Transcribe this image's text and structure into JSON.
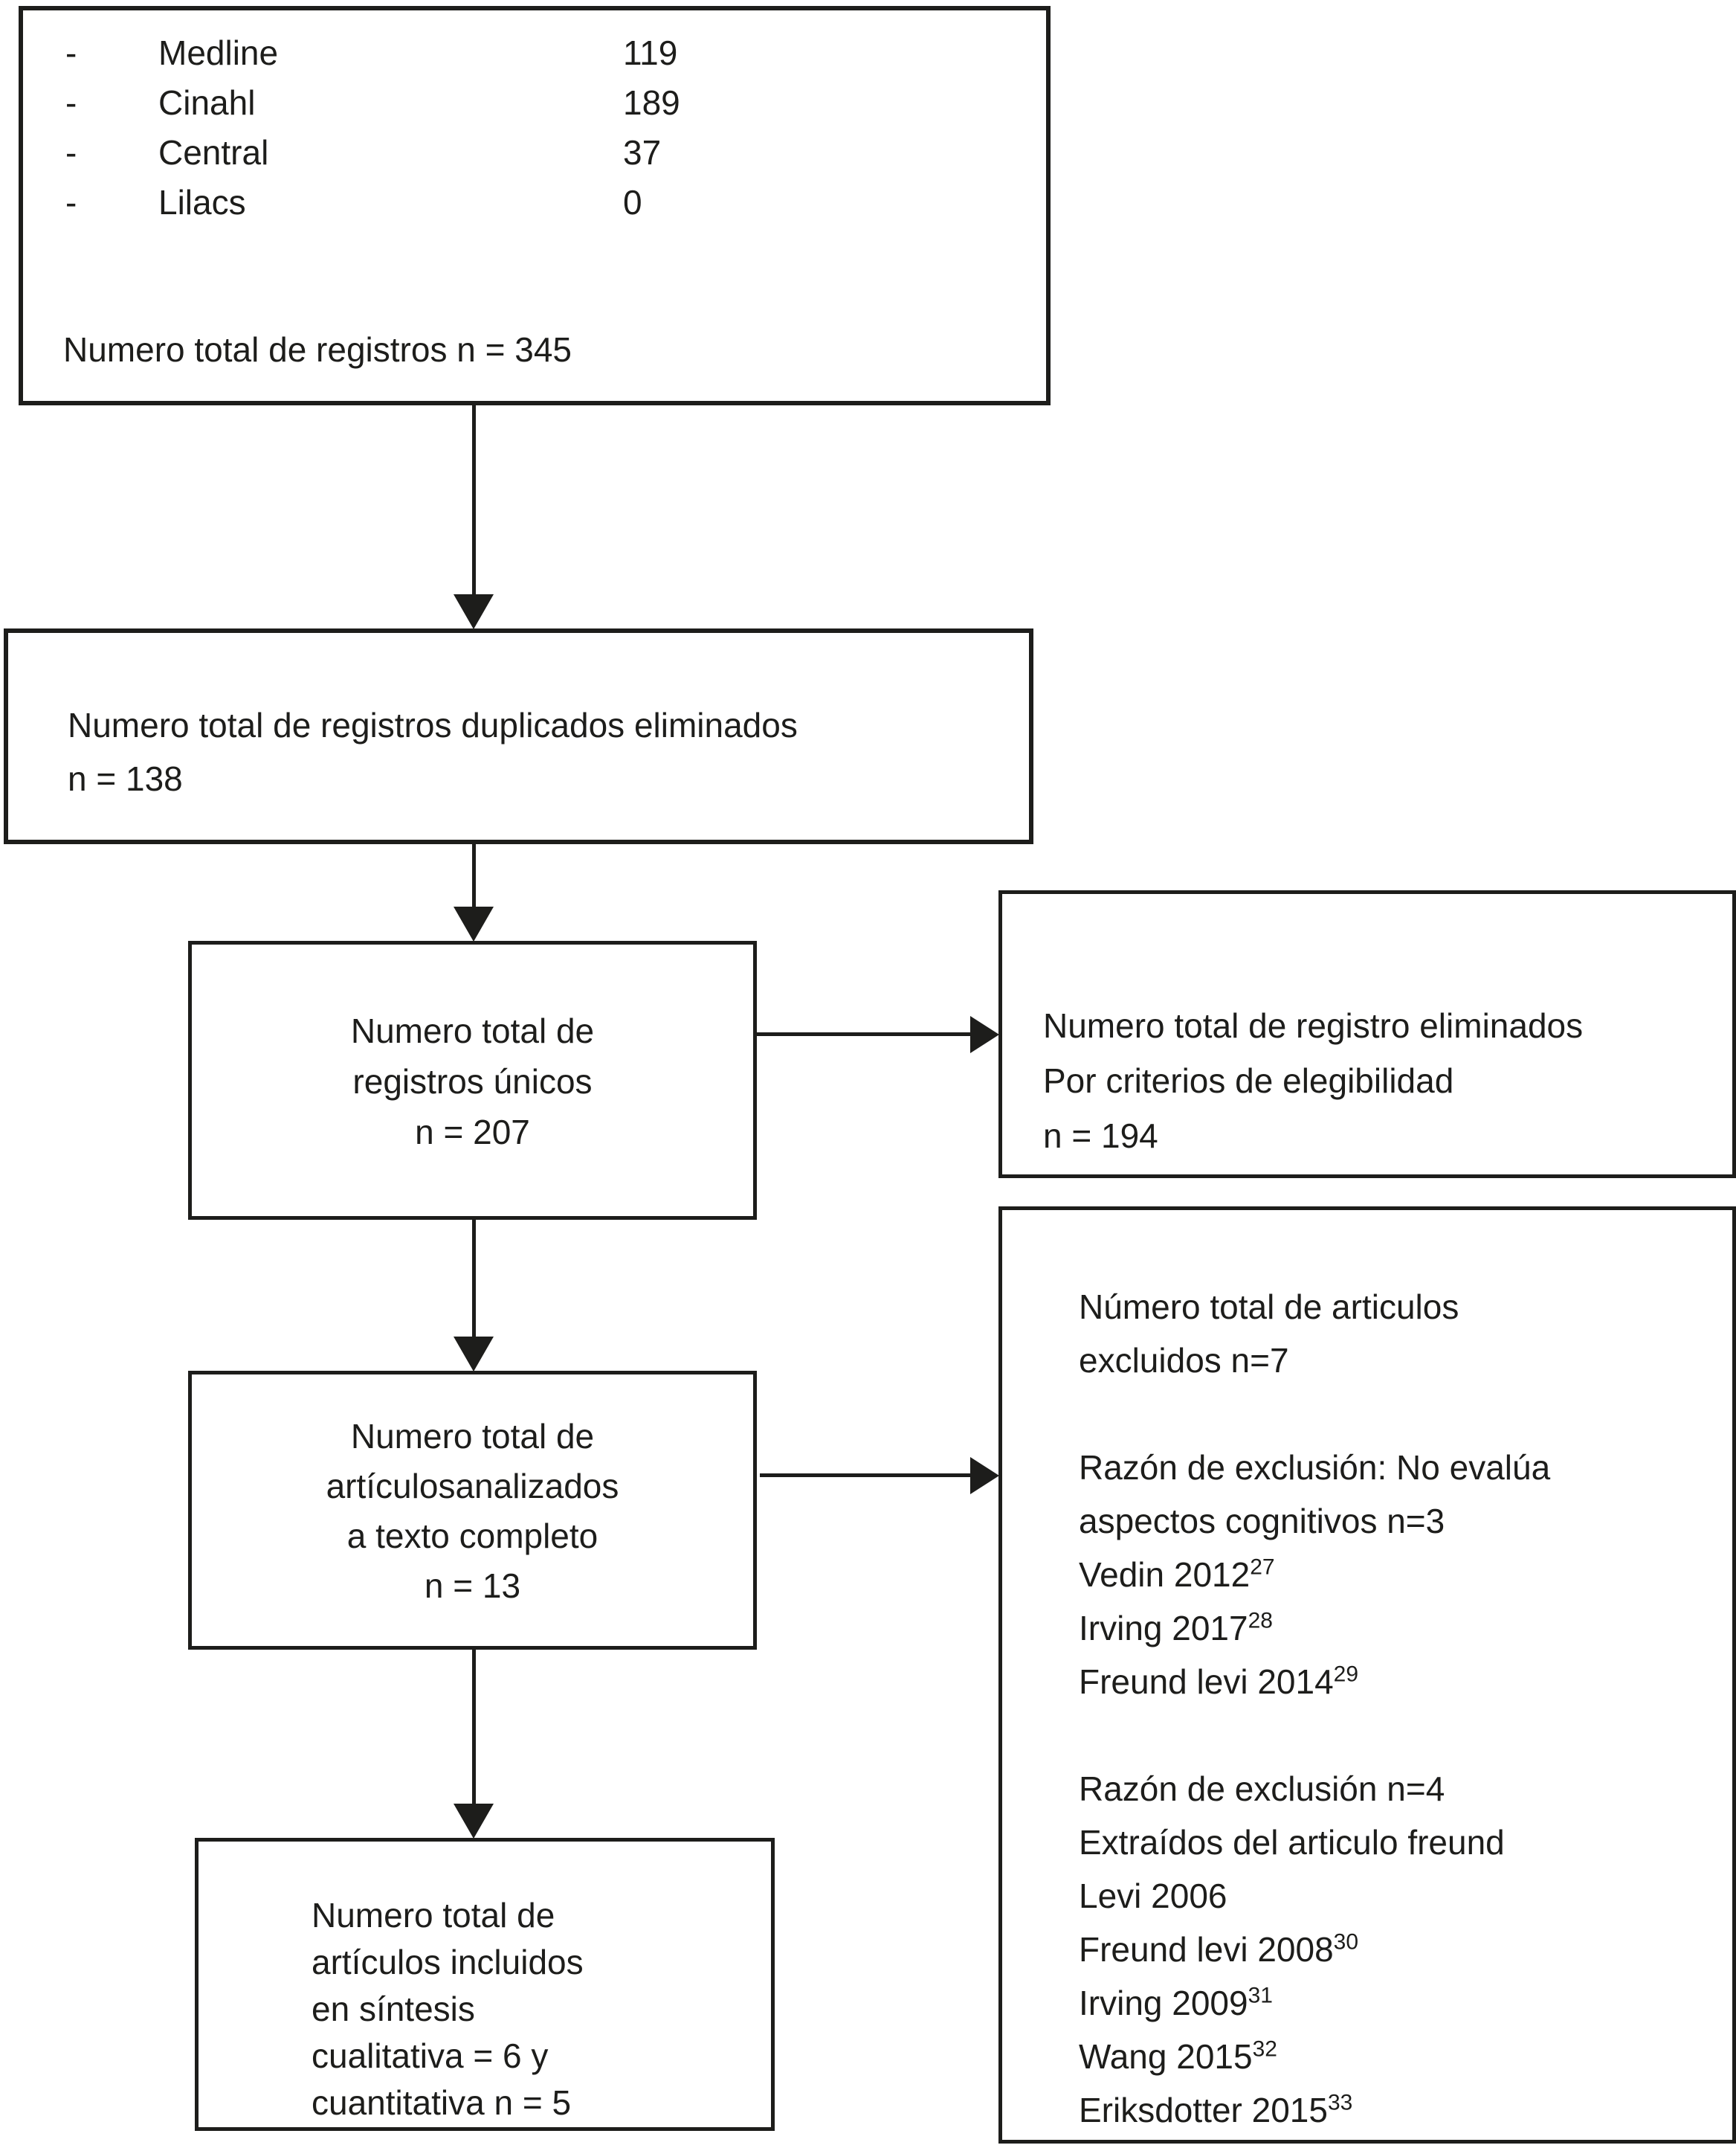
{
  "palette": {
    "ink": "#1d1d1b",
    "background": "#ffffff"
  },
  "source_box": {
    "bullet": "-",
    "databases": [
      {
        "label": "Medline",
        "value": "119"
      },
      {
        "label": "Cinahl",
        "value": "189"
      },
      {
        "label": "Central",
        "value": "37"
      },
      {
        "label": "Lilacs",
        "value": "0"
      }
    ],
    "total": "Numero total de registros n = 345"
  },
  "duplicates_box": {
    "line1": "Numero total de registros duplicados eliminados",
    "line2": "n = 138"
  },
  "unique_box": {
    "lines": [
      "Numero total de",
      "registros únicos",
      "n = 207"
    ]
  },
  "eligibility_box": {
    "lines": [
      "Numero total de registro eliminados",
      "Por criterios de elegibilidad",
      "n = 194"
    ]
  },
  "fulltext_box": {
    "lines": [
      "Numero total de",
      "artículosanalizados",
      "a texto completo",
      "n = 13"
    ]
  },
  "excluded_box": {
    "total_lines": [
      "Número total de articulos",
      "excluidos n=7"
    ],
    "reason1_lines": [
      "Razón de exclusión: No evalúa",
      "aspectos cognitivos n=3"
    ],
    "reason1_refs": [
      {
        "text": "Vedin 2012",
        "sup": "27"
      },
      {
        "text": "Irving 2017",
        "sup": "28"
      },
      {
        "text": "Freund levi 2014",
        "sup": "29"
      }
    ],
    "reason2_lines": [
      "Razón de exclusión n=4",
      "Extraídos del articulo freund",
      "Levi 2006"
    ],
    "reason2_refs": [
      {
        "text": "Freund levi 2008",
        "sup": "30"
      },
      {
        "text": "Irving 2009",
        "sup": "31"
      },
      {
        "text": "Wang 2015",
        "sup": "32"
      },
      {
        "text": "Eriksdotter 2015",
        "sup": "33"
      }
    ]
  },
  "included_box": {
    "lines": [
      "Numero total de",
      "artículos incluidos",
      "en síntesis",
      "cualitativa = 6 y",
      "cuantitativa n = 5"
    ]
  }
}
